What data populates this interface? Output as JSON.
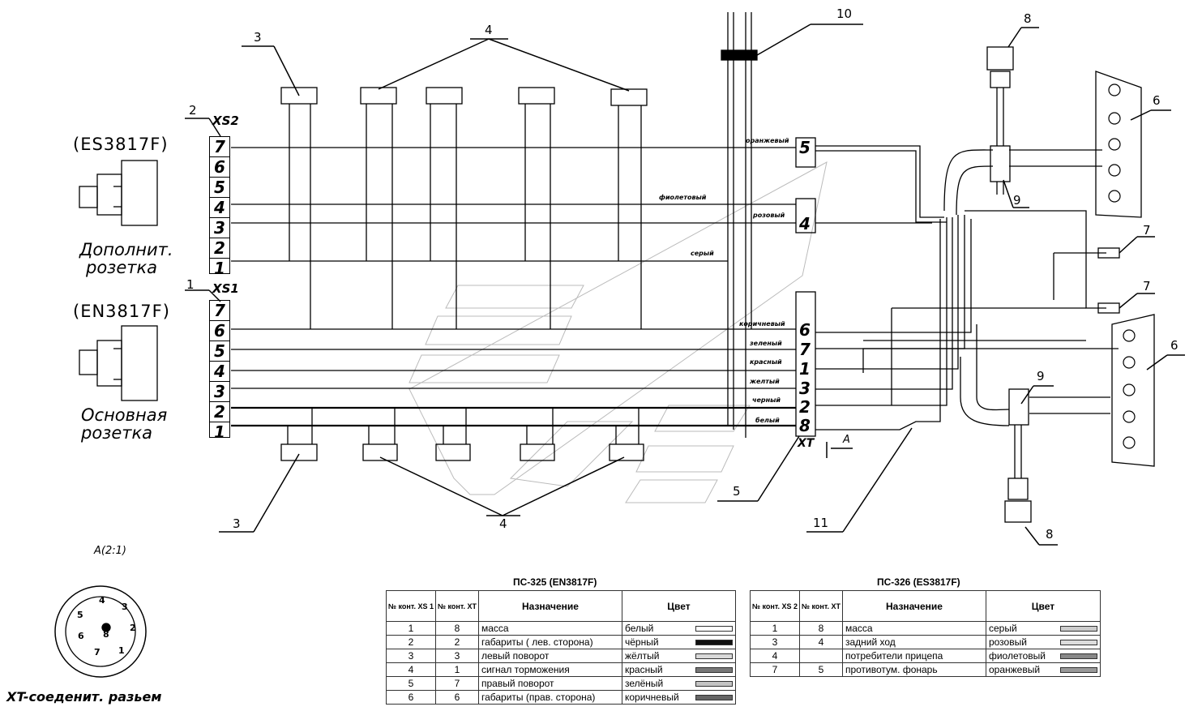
{
  "sockets": {
    "xs2_code": "(ES3817F)",
    "xs2_id": "XS2",
    "xs2_caption": [
      "Дополнит.",
      "розетка"
    ],
    "xs1_code": "(EN3817F)",
    "xs1_id": "XS1",
    "xs1_caption": [
      "Основная",
      "розетка"
    ],
    "pins": [
      "7",
      "6",
      "5",
      "4",
      "3",
      "2",
      "1"
    ]
  },
  "callouts": [
    "1",
    "2",
    "3",
    "3",
    "4",
    "4",
    "5",
    "6",
    "6",
    "7",
    "7",
    "8",
    "8",
    "9",
    "9",
    "10",
    "11"
  ],
  "wire_labels": {
    "xs2": [
      "оранжевый",
      "фиолетовый",
      "розовый",
      "серый"
    ],
    "xs1": [
      "коричневый",
      "зеленый",
      "красный",
      "желтый",
      "черный",
      "белый"
    ]
  },
  "terminals": {
    "top": [
      "5",
      "4"
    ],
    "main": [
      "6",
      "7",
      "1",
      "3",
      "2",
      "8"
    ],
    "main_id": "XT",
    "view_mark": "A"
  },
  "detail": {
    "title": "A(2:1)",
    "caption": "XT-соедeнит. разьем",
    "pins": [
      "4",
      "3",
      "5",
      "8",
      "2",
      "6",
      "7",
      "1"
    ]
  },
  "table1": {
    "title": "ПС-325 (EN3817F)",
    "headers": [
      "№ конт. XS 1",
      "№ конт. XT",
      "Назначение",
      "Цвет"
    ],
    "rows": [
      {
        "xs": "1",
        "xt": "8",
        "purpose": "масса",
        "color": "белый",
        "hex": "#ffffff"
      },
      {
        "xs": "2",
        "xt": "2",
        "purpose": "габариты ( лев. сторона)",
        "color": "чёрный",
        "hex": "#111111"
      },
      {
        "xs": "3",
        "xt": "3",
        "purpose": "левый поворот",
        "color": "жёлтый",
        "hex": "#d9d9d9"
      },
      {
        "xs": "4",
        "xt": "1",
        "purpose": "сигнал торможения",
        "color": "красный",
        "hex": "#777777"
      },
      {
        "xs": "5",
        "xt": "7",
        "purpose": "правый поворот",
        "color": "зелёный",
        "hex": "#c4c4c4"
      },
      {
        "xs": "6",
        "xt": "6",
        "purpose": "габариты (прав. сторона)",
        "color": "коричневый",
        "hex": "#666666"
      }
    ]
  },
  "table2": {
    "title": "ПС-326 (ES3817F)",
    "headers": [
      "№ конт. XS 2",
      "№ конт. XT",
      "Назначение",
      "Цвет"
    ],
    "rows": [
      {
        "xs": "1",
        "xt": "8",
        "purpose": "масса",
        "color": "серый",
        "hex": "#cccccc"
      },
      {
        "xs": "3",
        "xt": "4",
        "purpose": "задний ход",
        "color": "розовый",
        "hex": "#dddddd"
      },
      {
        "xs": "4",
        "xt": "",
        "purpose": "потребители прицепа",
        "color": "фиолетовый",
        "hex": "#888888"
      },
      {
        "xs": "7",
        "xt": "5",
        "purpose": "противотум. фонарь",
        "color": "оранжевый",
        "hex": "#999999"
      }
    ]
  }
}
